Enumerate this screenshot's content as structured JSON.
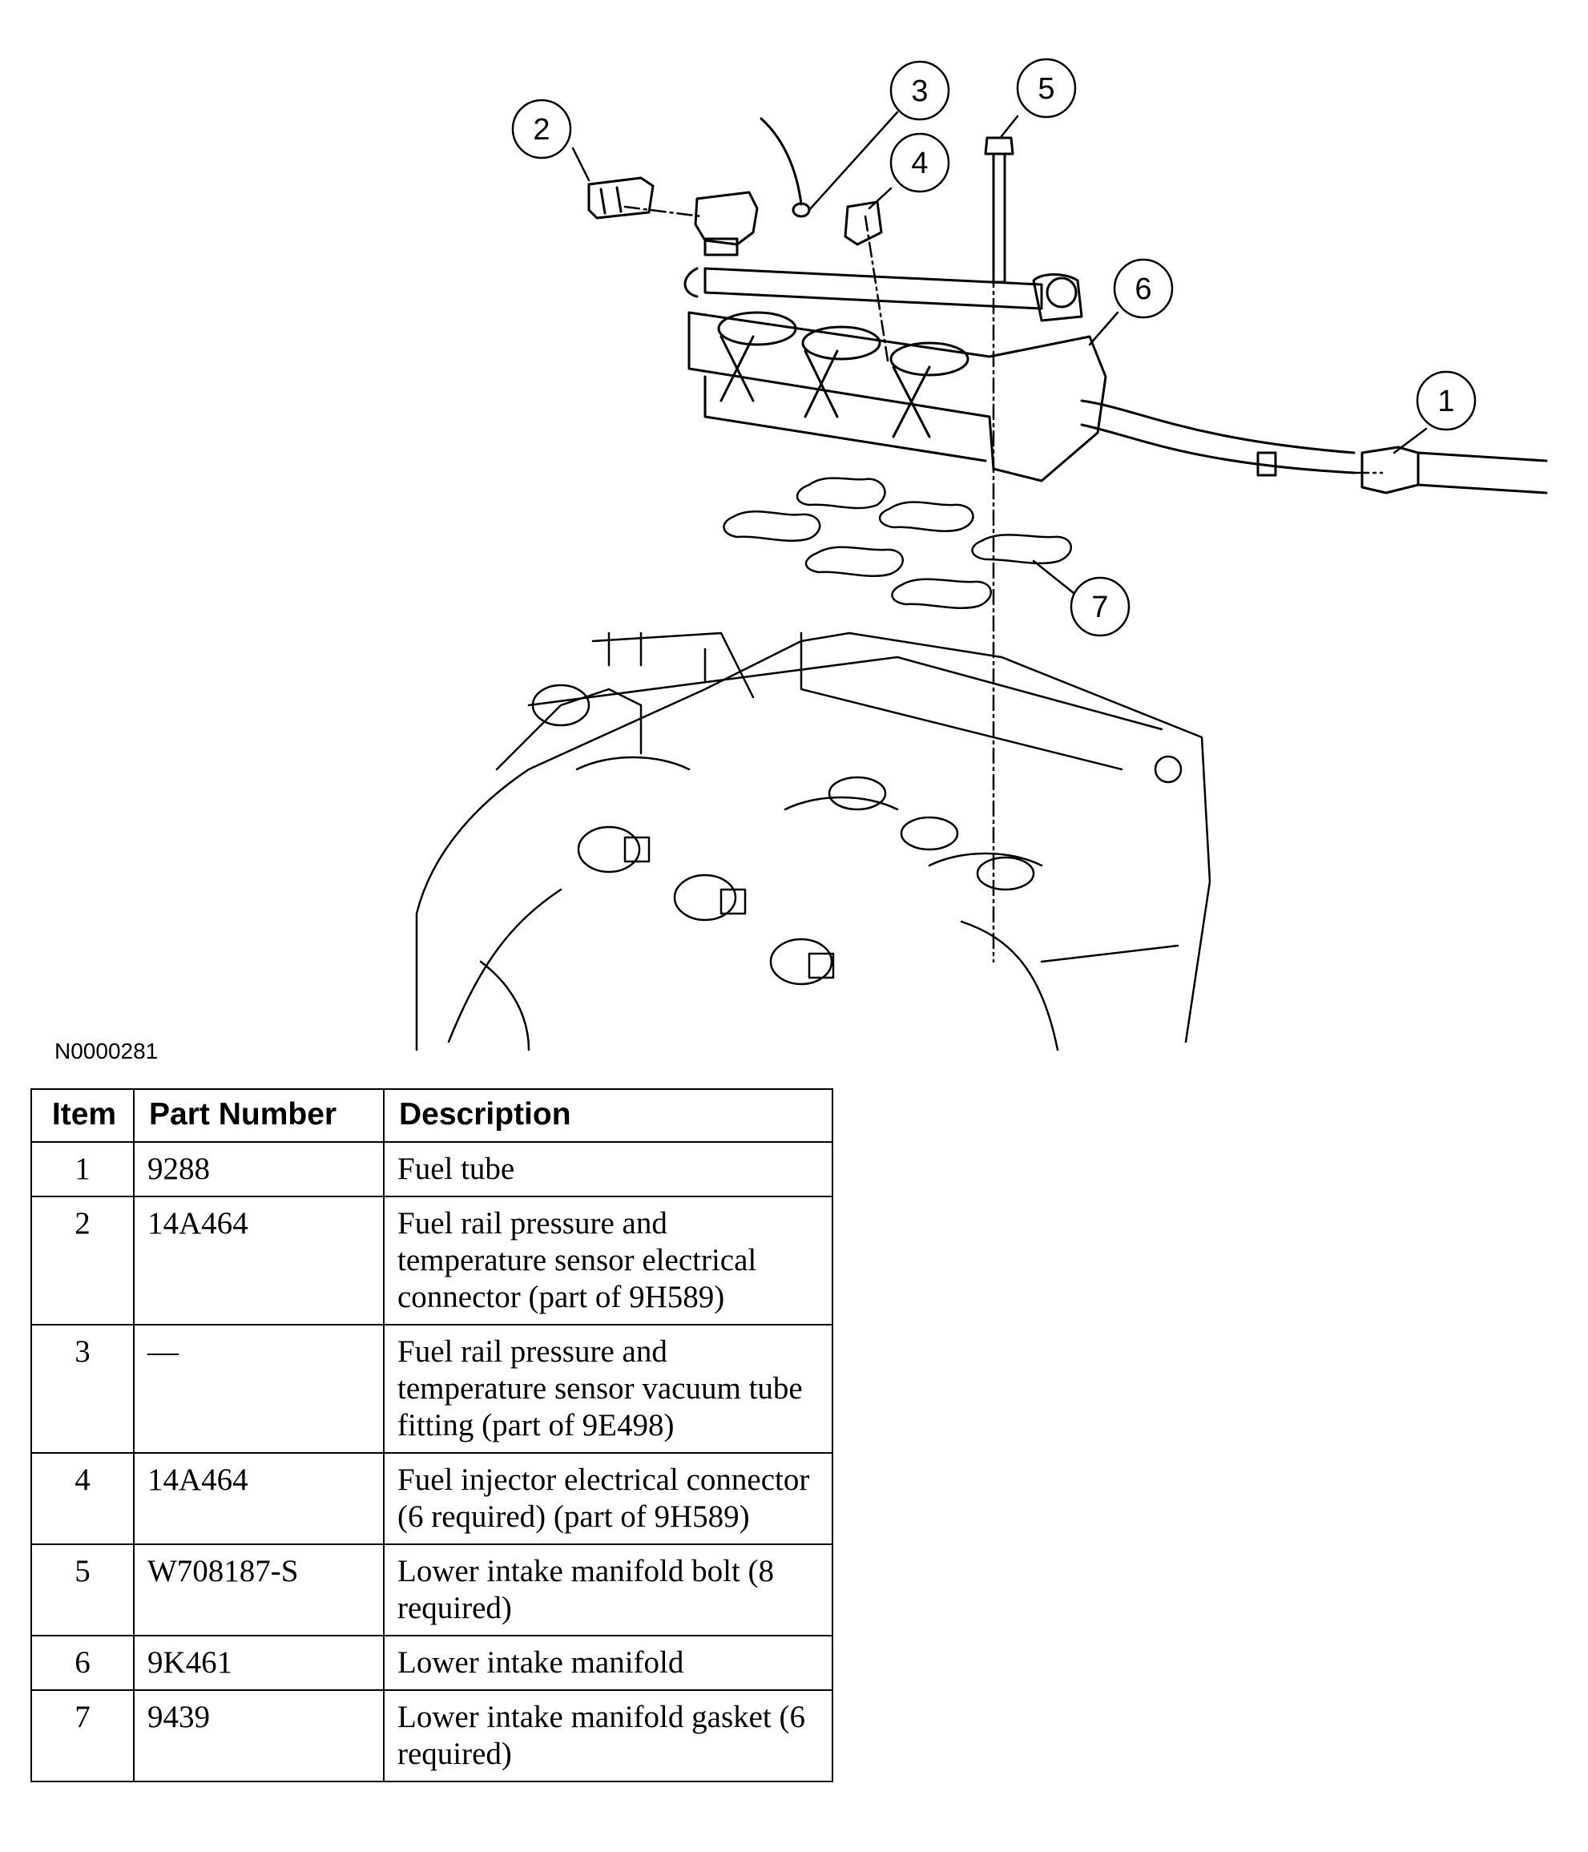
{
  "figure_id": "N0000281",
  "callouts": [
    "1",
    "2",
    "3",
    "4",
    "5",
    "6",
    "7"
  ],
  "table": {
    "headers": [
      "Item",
      "Part Number",
      "Description"
    ],
    "rows": [
      {
        "item": "1",
        "part": "9288",
        "desc": "Fuel tube"
      },
      {
        "item": "2",
        "part": "14A464",
        "desc": "Fuel rail pressure and temperature sensor electrical connector (part of 9H589)"
      },
      {
        "item": "3",
        "part": "—",
        "desc": "Fuel rail pressure and temperature sensor vacuum tube fitting (part of 9E498)"
      },
      {
        "item": "4",
        "part": "14A464",
        "desc": "Fuel injector electrical connector (6 required) (part of 9H589)"
      },
      {
        "item": "5",
        "part": "W708187-S",
        "desc": "Lower intake manifold bolt (8 required)"
      },
      {
        "item": "6",
        "part": "9K461",
        "desc": "Lower intake manifold"
      },
      {
        "item": "7",
        "part": "9439",
        "desc": "Lower intake manifold gasket (6 required)"
      }
    ]
  }
}
